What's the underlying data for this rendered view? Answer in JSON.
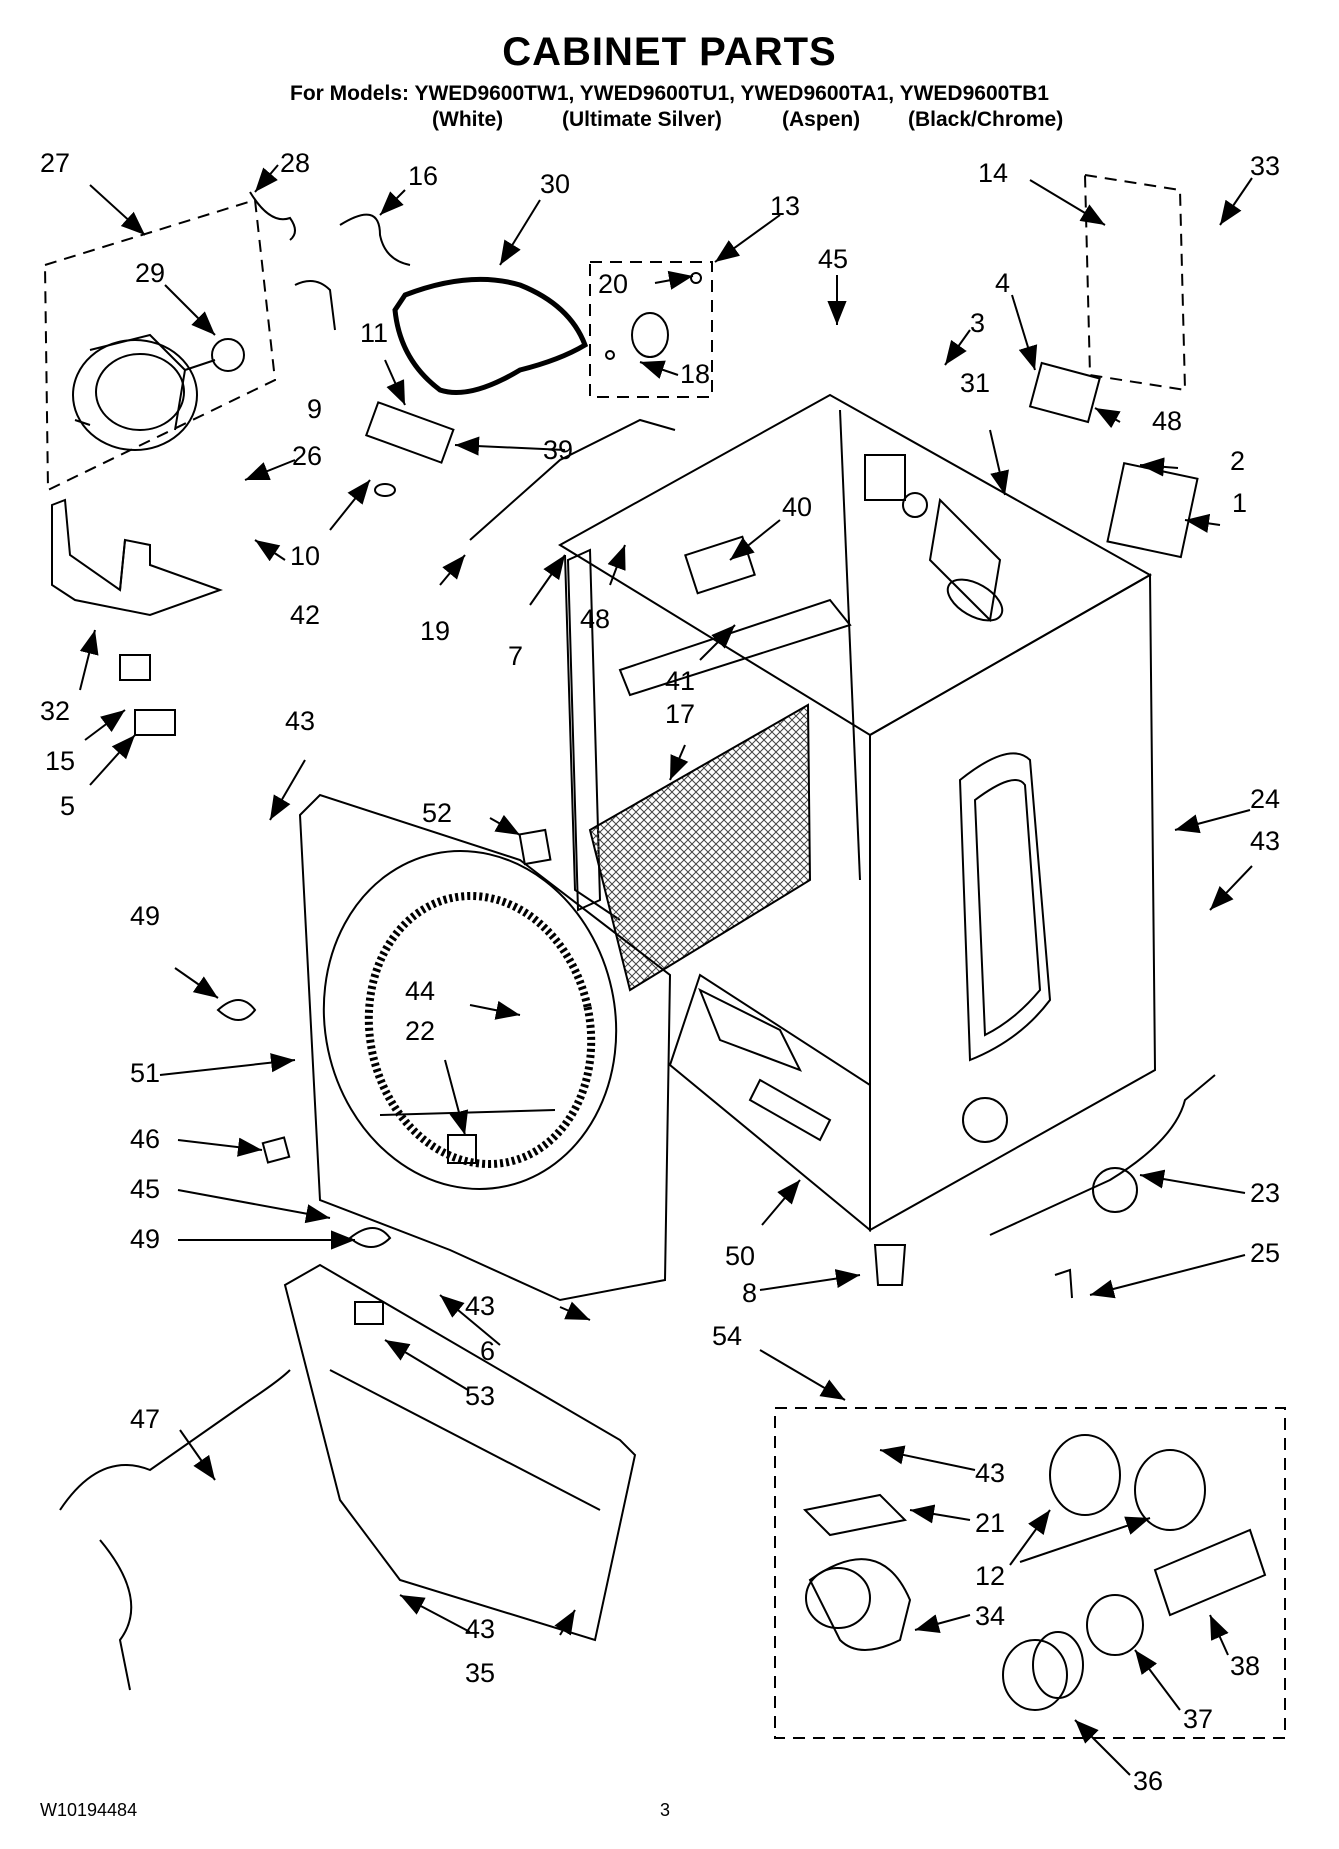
{
  "header": {
    "title": "CABINET PARTS",
    "models": "For Models: YWED9600TW1, YWED9600TU1, YWED9600TA1, YWED9600TB1",
    "colors": [
      "(White)",
      "(Ultimate Silver)",
      "(Aspen)",
      "(Black/Chrome)"
    ]
  },
  "callouts": [
    "27",
    "28",
    "16",
    "30",
    "13",
    "33",
    "14",
    "29",
    "20",
    "45",
    "4",
    "9",
    "18",
    "3",
    "11",
    "39",
    "31",
    "48",
    "2",
    "1",
    "26",
    "10",
    "40",
    "42",
    "19",
    "7",
    "48",
    "41",
    "32",
    "17",
    "15",
    "5",
    "43",
    "52",
    "24",
    "43",
    "49",
    "44",
    "22",
    "51",
    "46",
    "23",
    "45",
    "49",
    "50",
    "25",
    "43",
    "8",
    "6",
    "53",
    "54",
    "43",
    "47",
    "21",
    "12",
    "34",
    "43",
    "38",
    "37",
    "35",
    "36"
  ],
  "footer": {
    "doc_number": "W10194484",
    "page": "3"
  }
}
